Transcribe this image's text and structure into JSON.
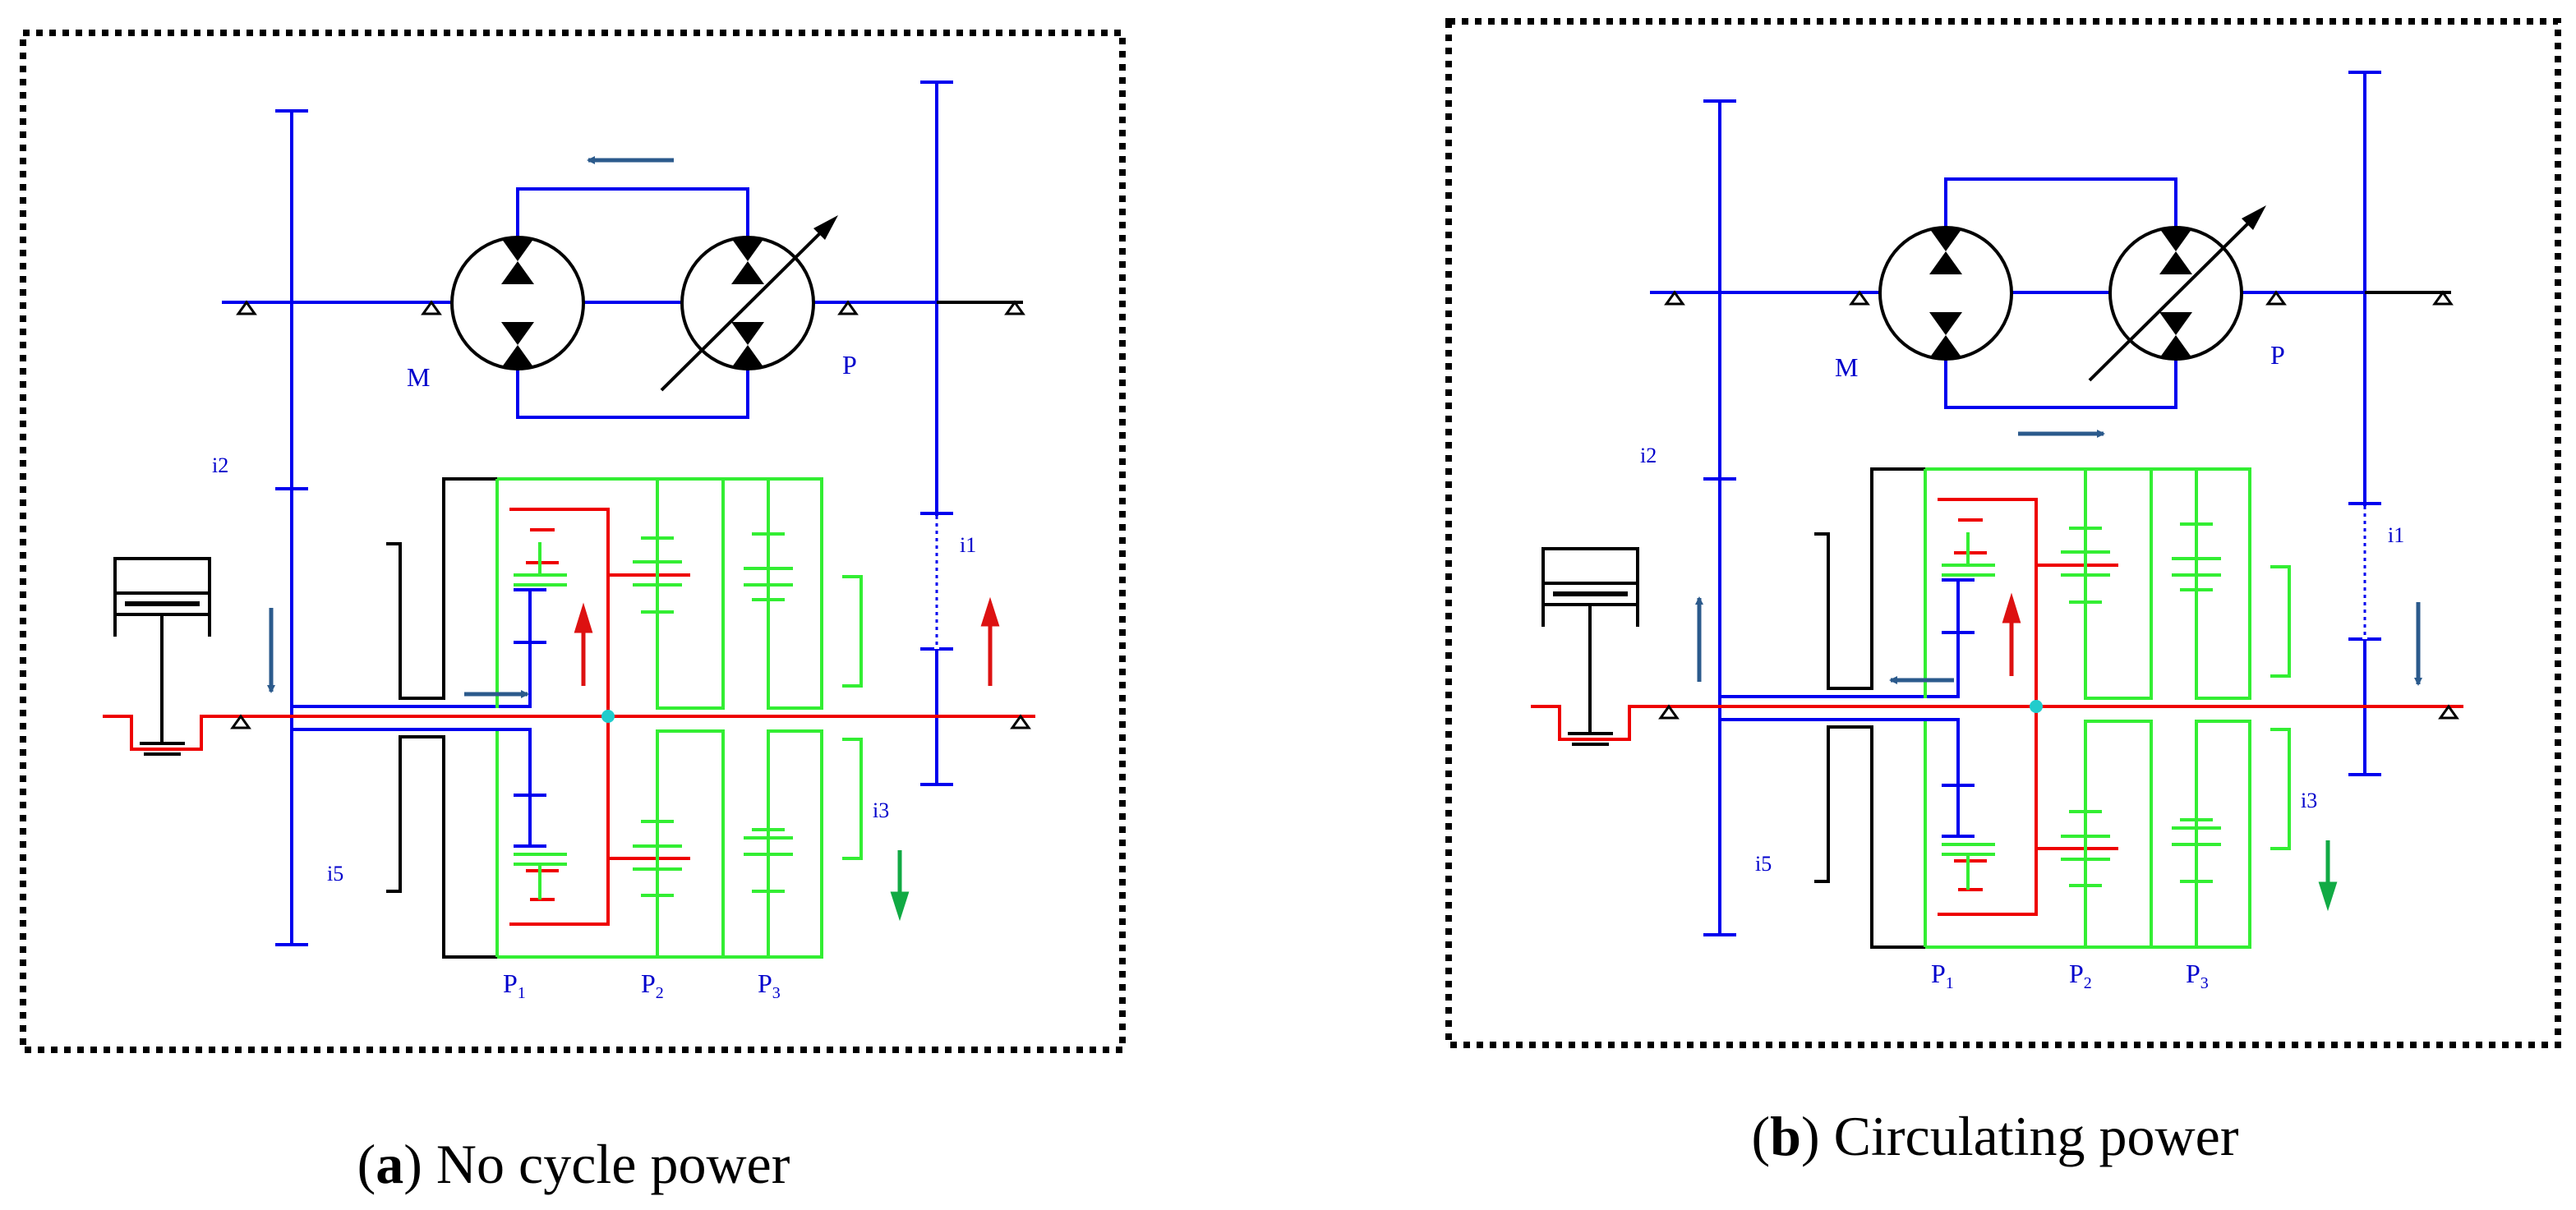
{
  "colors": {
    "hydraulic_blue": "#0000ee",
    "planetary_green": "#33ee33",
    "shaft_red": "#ee0000",
    "housing_black": "#000000",
    "flow_arrow_navy": "#2b5a8c",
    "arrow_red": "#dd1111",
    "arrow_green": "#11aa44",
    "junction_cyan": "#22cccc"
  },
  "panels": [
    {
      "id": "a",
      "caption_letter": "a",
      "caption_text": " No cycle power",
      "labels": {
        "motor": "M",
        "pump": "P",
        "i1": "i1",
        "i2": "i2",
        "i3": "i3",
        "i5": "i5"
      },
      "planetary": [
        {
          "base": "P",
          "sub": "1"
        },
        {
          "base": "P",
          "sub": "2"
        },
        {
          "base": "P",
          "sub": "3"
        }
      ],
      "flow": {
        "loop_arrow_on_top": true,
        "left_shaft_arrow": "down",
        "inner_arrow": "right",
        "right_shaft_arrow": "up",
        "right_shaft_arrow_color": "red",
        "green_arrow": "down"
      }
    },
    {
      "id": "b",
      "caption_letter": "b",
      "caption_text": " Circulating power",
      "labels": {
        "motor": "M",
        "pump": "P",
        "i1": "i1",
        "i2": "i2",
        "i3": "i3",
        "i5": "i5"
      },
      "planetary": [
        {
          "base": "P",
          "sub": "1"
        },
        {
          "base": "P",
          "sub": "2"
        },
        {
          "base": "P",
          "sub": "3"
        }
      ],
      "flow": {
        "loop_arrow_on_top": false,
        "left_shaft_arrow": "up",
        "inner_arrow": "left",
        "right_shaft_arrow": "down",
        "right_shaft_arrow_color": "navy",
        "green_arrow": "down"
      }
    }
  ]
}
